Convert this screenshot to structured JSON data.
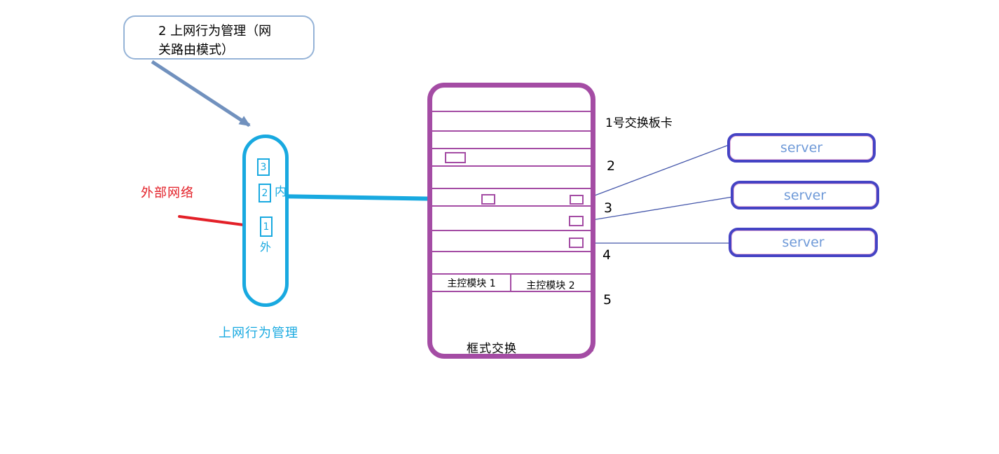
{
  "colors": {
    "cyan": "#18a9e0",
    "red": "#e32028",
    "chassis_purple": "#a44ca4",
    "callout_border": "#95b3d7",
    "big_arrow_blue": "#7191be",
    "server_border": "#4543c4",
    "server_text": "#6f9ad8",
    "connector_blue": "#4456aa",
    "text_black": "#000000"
  },
  "callout": {
    "line1": "2 上网行为管理（网",
    "line2": "关路由模式）"
  },
  "gateway": {
    "ports": [
      "3",
      "2",
      "1"
    ],
    "inner_port_label": "内",
    "outer_port_label": "外",
    "external_network_label": "外部网络",
    "caption": "上网行为管理"
  },
  "chassis": {
    "slot1_label": "1号交换板卡",
    "slot_numbers": [
      "2",
      "3",
      "4",
      "5"
    ],
    "control_module_1": "主控模块 1",
    "control_module_2": "主控模块 2",
    "caption": "框式交换"
  },
  "servers": [
    {
      "label": "server"
    },
    {
      "label": "server"
    },
    {
      "label": "server"
    }
  ]
}
